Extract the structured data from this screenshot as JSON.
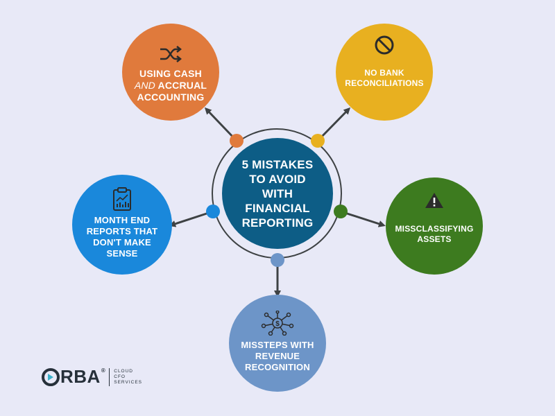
{
  "colors": {
    "background": "#e8e9f7",
    "center": "#0d5d86",
    "orange": "#e07a3c",
    "yellow": "#e8b020",
    "green": "#3d7b1f",
    "blue": "#1a88db",
    "steel": "#6d95c8",
    "connector": "#3e4244"
  },
  "center": {
    "lines": [
      "5 MISTAKES",
      "TO AVOID",
      "WITH",
      "FINANCIAL",
      "REPORTING"
    ]
  },
  "nodes": {
    "cash_accrual": {
      "icon": "shuffle-icon",
      "lines": [
        "USING CASH",
        "AND ACCRUAL",
        "ACCOUNTING"
      ],
      "italic_word": "AND"
    },
    "bank_reconciliations": {
      "icon": "no-entry-icon",
      "lines": [
        "NO BANK",
        "RECONCILIATIONS"
      ]
    },
    "misclassifying_assets": {
      "icon": "warning-icon",
      "lines": [
        "MISSCLASSIFYING",
        "ASSETS"
      ]
    },
    "revenue_recognition": {
      "icon": "dollar-network-icon",
      "lines": [
        "MISSTEPS WITH",
        "REVENUE",
        "RECOGNITION"
      ]
    },
    "month_end_reports": {
      "icon": "clipboard-chart-icon",
      "lines": [
        "MONTH END",
        "REPORTS THAT",
        "DON'T MAKE",
        "SENSE"
      ]
    }
  },
  "logo": {
    "word": "RBA",
    "registered": "®",
    "tagline": [
      "CLOUD",
      "CFO",
      "SERVICES"
    ]
  }
}
